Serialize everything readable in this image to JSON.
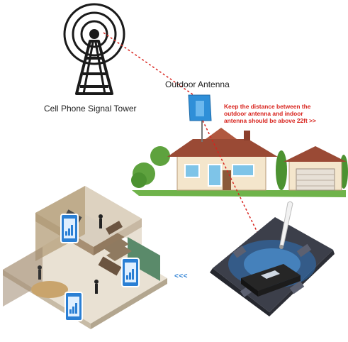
{
  "labels": {
    "tower": "Cell Phone Signal Tower",
    "outdoor_antenna": "Outdoor Antenna",
    "note_line1": "Keep the distance between the",
    "note_line2": "outdoor antenna and indoor",
    "note_line3": "antenna should be above 22ft >>",
    "arrows": "<<<"
  },
  "colors": {
    "signal_line": "#d8231d",
    "accent_blue": "#2a7fd4",
    "roof": "#9a4a35",
    "wall": "#f4e6cc",
    "grass": "#6fb34a",
    "floor": "#3c3f4a",
    "tower": "#1a1a1a"
  },
  "icons": [
    "signal-tower-icon",
    "panel-antenna-icon",
    "house-icon",
    "phone-signal-icon",
    "booster-device-icon",
    "whip-antenna-icon"
  ]
}
